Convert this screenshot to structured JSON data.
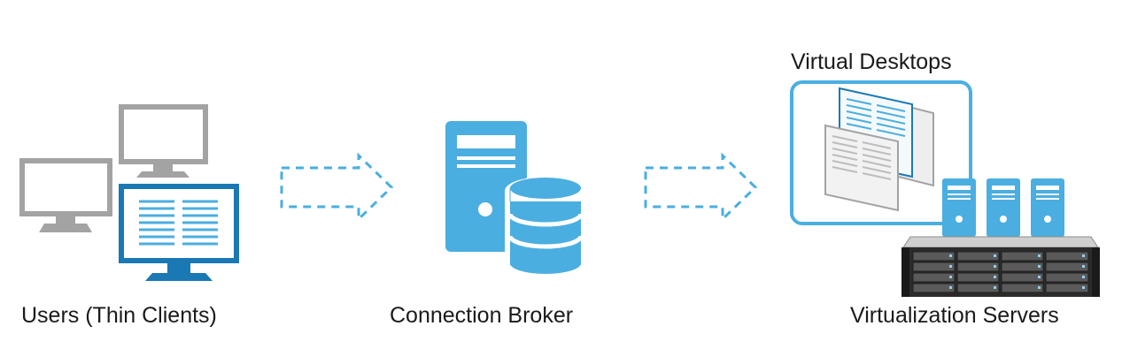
{
  "labels": {
    "users": "Users (Thin Clients)",
    "broker": "Connection Broker",
    "servers": "Virtualization Servers",
    "desktops": "Virtual Desktops"
  },
  "colors": {
    "accent": "#4aaee0",
    "accent_dark": "#1a78b4",
    "gray": "#a3a3a3",
    "dark": "#2b2b2b",
    "text": "#1a1a1a"
  }
}
